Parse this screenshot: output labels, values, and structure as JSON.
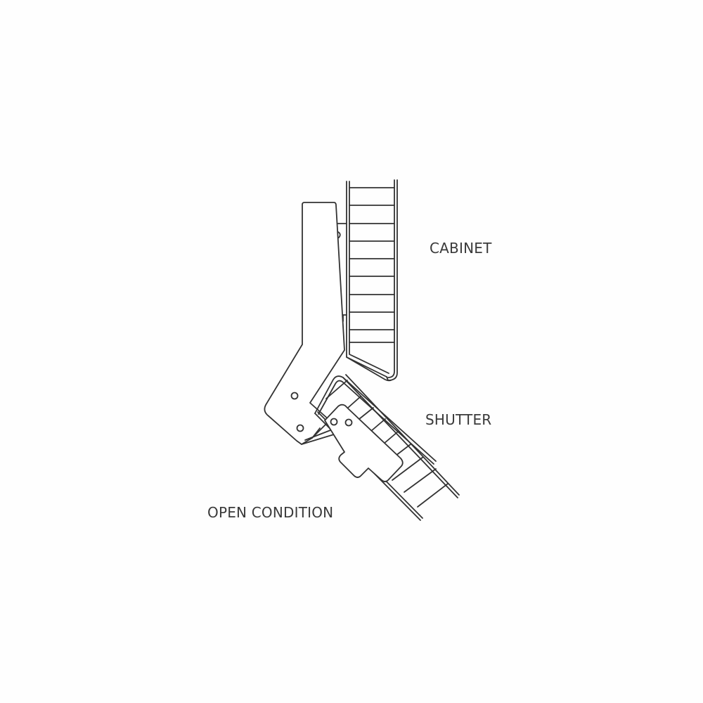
{
  "diagram": {
    "type": "technical line drawing",
    "subject": "hinge mechanism",
    "labels": {
      "cabinet": "CABINET",
      "shutter": "SHUTTER",
      "condition": "OPEN CONDITION"
    },
    "colors": {
      "background": "#fefefe",
      "line": "#333333",
      "text": "#3a3a3a"
    },
    "components": [
      {
        "id": "cabinet",
        "label": "CABINET"
      },
      {
        "id": "shutter",
        "label": "SHUTTER"
      },
      {
        "id": "hinge-arm"
      },
      {
        "id": "hinge-cup"
      }
    ]
  }
}
